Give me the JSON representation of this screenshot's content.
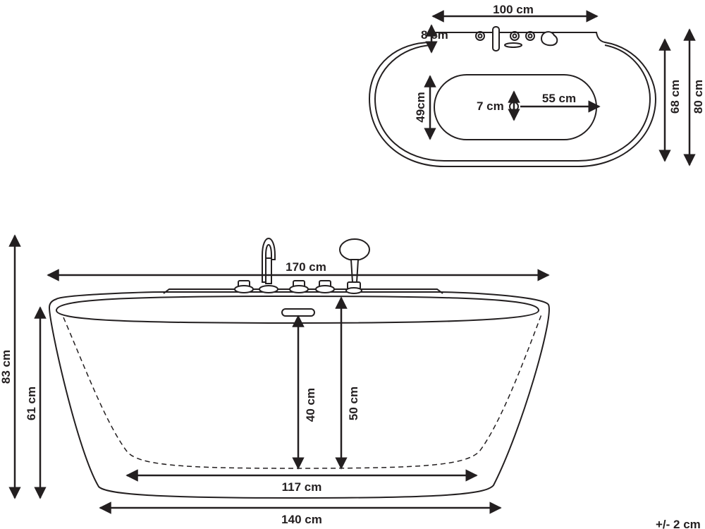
{
  "top_view": {
    "width_label": "100 cm",
    "rim_label": "8 cm",
    "inner_width_label": "49cm",
    "drain_label": "7 cm",
    "drain_offset_label": "55 cm",
    "depth_inner_label": "68 cm",
    "depth_outer_label": "80 cm"
  },
  "side_view": {
    "top_length_label": "170 cm",
    "height_total_label": "83 cm",
    "height_body_label": "61 cm",
    "overflow_height_label": "40 cm",
    "rim_height_label": "50 cm",
    "inner_bottom_label": "117 cm",
    "base_length_label": "140 cm"
  },
  "tolerance_label": "+/- 2 cm"
}
